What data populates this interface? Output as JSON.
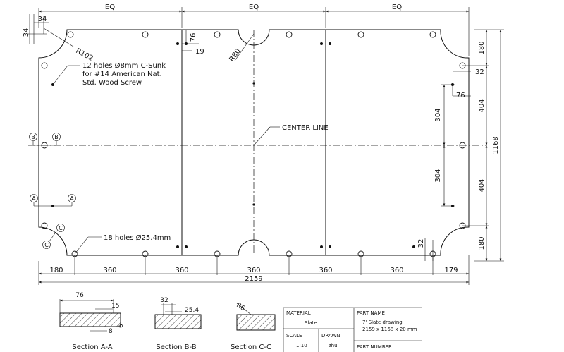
{
  "dimensions": {
    "eq_left": "EQ",
    "eq_mid": "EQ",
    "eq_right": "EQ",
    "d34_top": "34",
    "d34_side": "34",
    "r102": "R102",
    "r80": "R80",
    "d76_top": "76",
    "d19": "19",
    "d180_top": "180",
    "d32_top": "32",
    "d76_right": "76",
    "d304_top": "304",
    "d404_top": "404",
    "d1168": "1168",
    "d304_bottom": "304",
    "d404_bottom": "404",
    "d32_bottom": "32",
    "d180_bottom": "180",
    "bottom_row": [
      "180",
      "360",
      "360",
      "360",
      "360",
      "360",
      "179"
    ],
    "overall": "2159"
  },
  "markers": {
    "b_left": "B",
    "b_right": "B",
    "a_left": "A",
    "a_right": "A",
    "c_top": "C",
    "c_bottom": "C"
  },
  "notes": {
    "screw_line1": "12 holes Ø8mm C-Sunk",
    "screw_line2": "for #14 American Nat.",
    "screw_line3": "Std. Wood Screw",
    "center_line": "CENTER LINE",
    "holes_25": "18 holes Ø25.4mm"
  },
  "sections": {
    "a": {
      "title": "Section A-A",
      "d76": "76",
      "d15": "15",
      "d8": "8",
      "d6": "6"
    },
    "b": {
      "title": "Section B-B",
      "d32": "32",
      "d254": "25.4"
    },
    "c": {
      "title": "Section C-C",
      "r6": "R6"
    }
  },
  "title_block": {
    "material_label": "MATERIAL",
    "material_value": "Slate",
    "part_name_label": "PART NAME",
    "part_name_line1": "7' Slate drawing",
    "part_name_line2": "2159 x 1168 x 20 mm",
    "scale_label": "SCALE",
    "scale_value": "1:10",
    "drawn_label": "DRAWN",
    "drawn_value": "zhu",
    "part_number_label": "PART NUMBER"
  }
}
